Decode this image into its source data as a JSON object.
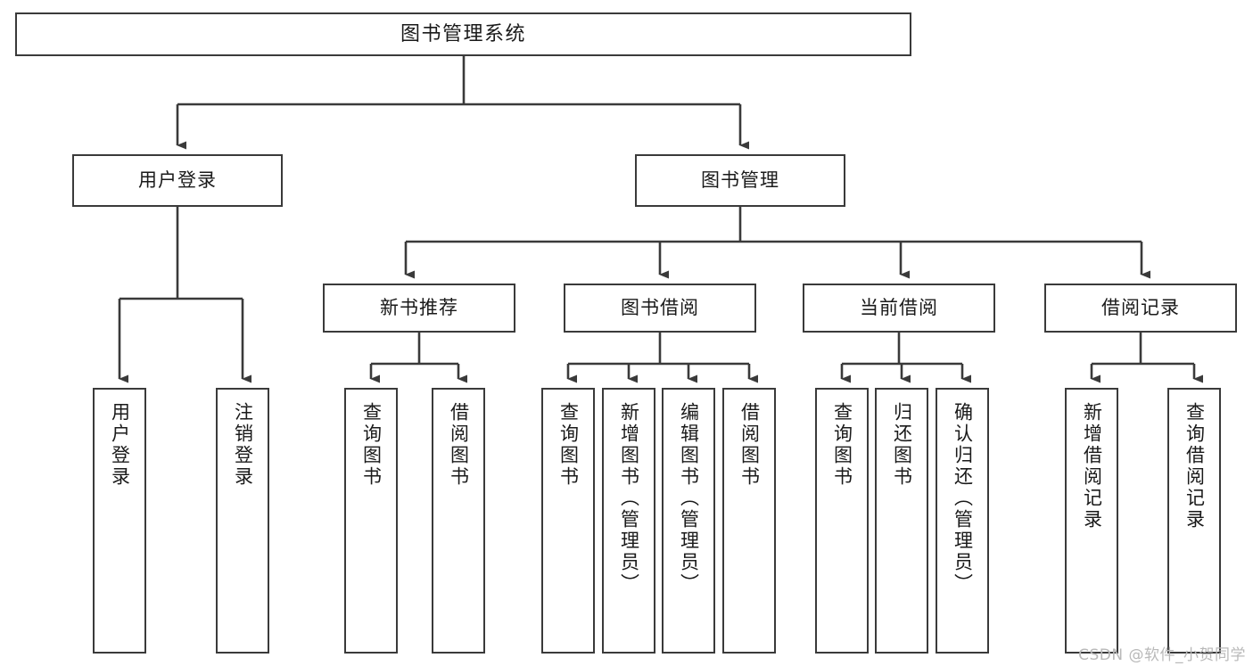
{
  "diagram": {
    "title": "图书管理系统",
    "type": "tree-hierarchy",
    "watermark": "CSDN @软件_小贺同学",
    "colors": {
      "background": "#ffffff",
      "box_border": "#3a3a3a",
      "box_fill": "#ffffff",
      "text": "#1a1a1a",
      "edge": "#3a3a3a",
      "watermark": "#b9b9b9"
    },
    "levels": {
      "root": {
        "label": "图书管理系统"
      },
      "level2": [
        {
          "label": "用户登录"
        },
        {
          "label": "图书管理"
        }
      ],
      "level3": [
        {
          "label": "新书推荐"
        },
        {
          "label": "图书借阅"
        },
        {
          "label": "当前借阅"
        },
        {
          "label": "借阅记录"
        }
      ],
      "leaves": [
        {
          "label": "用户登录",
          "parent": "用户登录"
        },
        {
          "label": "注销登录",
          "parent": "用户登录"
        },
        {
          "label": "查询图书",
          "parent": "新书推荐"
        },
        {
          "label": "借阅图书",
          "parent": "新书推荐"
        },
        {
          "label": "查询图书",
          "parent": "图书借阅"
        },
        {
          "label": "新增图书（管理员）",
          "parent": "图书借阅"
        },
        {
          "label": "编辑图书（管理员）",
          "parent": "图书借阅"
        },
        {
          "label": "借阅图书",
          "parent": "图书借阅"
        },
        {
          "label": "查询图书",
          "parent": "当前借阅"
        },
        {
          "label": "归还图书",
          "parent": "当前借阅"
        },
        {
          "label": "确认归还（管理员）",
          "parent": "当前借阅"
        },
        {
          "label": "新增借阅记录",
          "parent": "借阅记录"
        },
        {
          "label": "查询借阅记录",
          "parent": "借阅记录"
        }
      ]
    }
  }
}
